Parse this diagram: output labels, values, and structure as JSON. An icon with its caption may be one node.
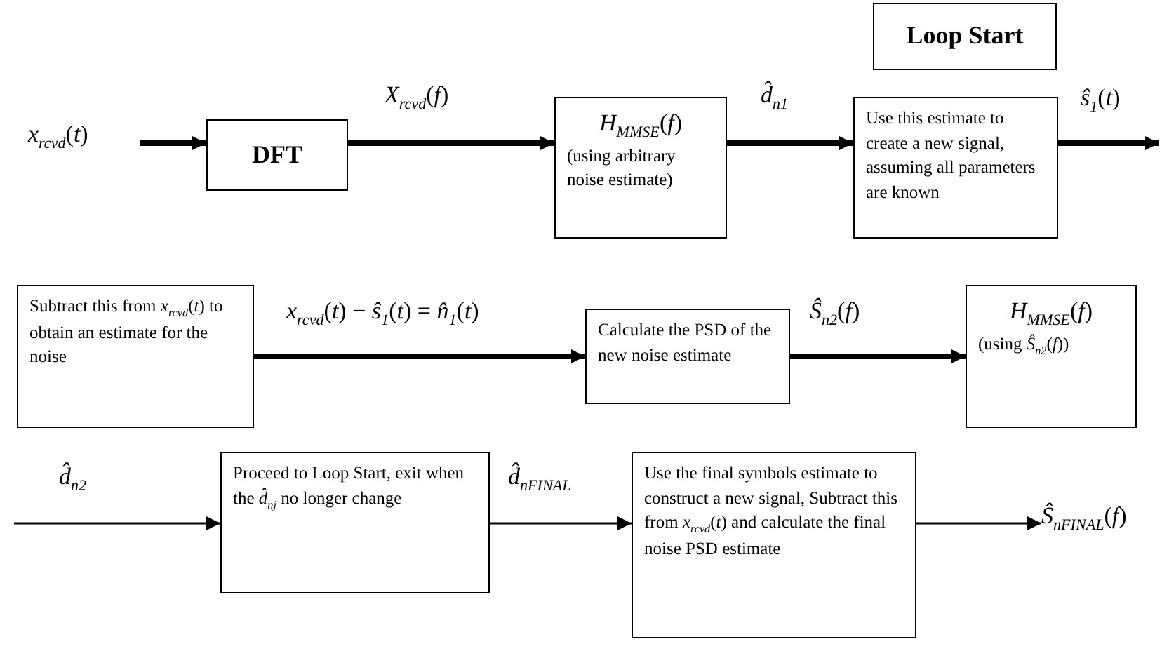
{
  "diagram": {
    "nodes": [
      {
        "text": [
          "Loop Start"
        ]
      },
      {
        "text": [
          "*x*$_{rcvd}$(*t*)"
        ]
      },
      {
        "text": [
          "DFT"
        ]
      },
      {
        "text": [
          "*H*$_{MMSE}$(*f*)",
          "(using arbitrary noise estimate)"
        ]
      },
      {
        "text": [
          "Use this estimate to create a new signal, assuming all parameters are known"
        ]
      },
      {
        "text": [
          "Subtract this from *x*$_{rcvd}$(*t*) to obtain an estimate for the noise"
        ]
      },
      {
        "text": [
          "Calculate the PSD of the new noise estimate"
        ]
      },
      {
        "text": [
          "*H*$_{MMSE}$(*f*)",
          "(using *Ŝ*$_{n2}$(*f*))"
        ]
      },
      {
        "text": [
          "Proceed to Loop Start, exit when the *d̂*$_{nj}$ no longer change"
        ]
      },
      {
        "text": [
          "Use the final symbols estimate to construct a new signal, Subtract this from *x*$_{rcvd}$(*t*) and calculate the final noise PSD estimate"
        ]
      },
      {
        "text": [
          "*Ŝ*$_{nFINAL}$(*f*)"
        ]
      }
    ],
    "edges": [
      {
        "from": 1,
        "to": 2,
        "arrow": "to"
      },
      {
        "from": 2,
        "to": 3,
        "arrow": "to",
        "label": "*X*$_{rcvd}$(*f*)"
      },
      {
        "from": 3,
        "to": 4,
        "arrow": "to",
        "label": "*d̂*$_{n1}$"
      },
      {
        "from": 4,
        "to": null,
        "arrow": "to",
        "label": "*ŝ*$_{1}$(*t*)"
      },
      {
        "from": 5,
        "to": 6,
        "arrow": "to",
        "label": "*x*$_{rcvd}$(*t*) − *ŝ*$_{1}$(*t*) = *n̂*$_{1}$(*t*)"
      },
      {
        "from": 6,
        "to": 7,
        "arrow": "to",
        "label": "*Ŝ*$_{n2}$(*f*)"
      },
      {
        "from": null,
        "to": 8,
        "arrow": "to",
        "label": "*d̂*$_{n2}$"
      },
      {
        "from": 8,
        "to": 9,
        "arrow": "to",
        "label": "*d̂*$_{nFINAL}$"
      },
      {
        "from": 9,
        "to": 10,
        "arrow": "to"
      }
    ]
  }
}
